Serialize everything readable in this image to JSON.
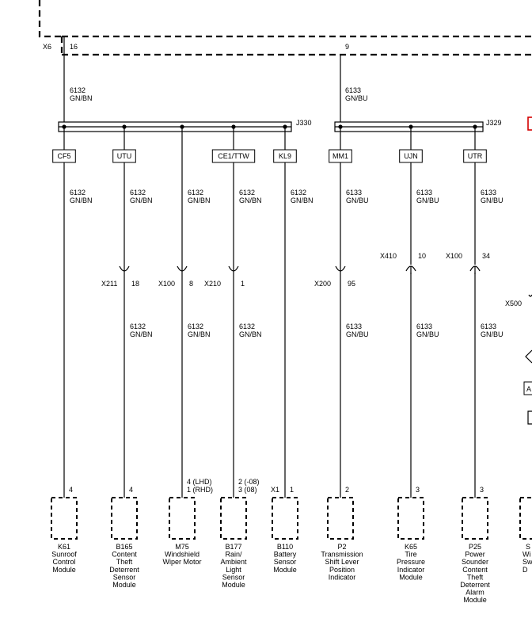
{
  "top_connector": {
    "name": "X6",
    "pin_left": "16",
    "pin_right": "9"
  },
  "splice_left": {
    "name": "J330",
    "wire": "6132",
    "color": "GN/BN"
  },
  "splice_right": {
    "name": "J329",
    "wire": "6133",
    "color": "GN/BU"
  },
  "branches": [
    {
      "label": "CF5",
      "wire": "6132",
      "color": "GN/BN",
      "inline": null,
      "pin_text": [
        "4"
      ],
      "side_text": "",
      "component": [
        "K61",
        "Sunroof",
        "Control",
        "Module"
      ]
    },
    {
      "label": "UTU",
      "wire": "6132",
      "color": "GN/BN",
      "inline": {
        "name": "X211",
        "pin": "18",
        "type": "cup"
      },
      "pin_text": [
        "4"
      ],
      "side_text": "",
      "component": [
        "B165",
        "Content",
        "Theft",
        "Deterrent",
        "Sensor",
        "Module"
      ]
    },
    {
      "label": "",
      "wire": "6132",
      "color": "GN/BN",
      "inline": {
        "name": "X100",
        "pin": "8",
        "type": "cup"
      },
      "pin_text": [
        "4 (LHD)",
        "1 (RHD)"
      ],
      "side_text": "",
      "component": [
        "M75",
        "Windshield",
        "Wiper Motor"
      ]
    },
    {
      "label": "CE1/TTW",
      "wire": "6132",
      "color": "GN/BN",
      "inline": {
        "name": "X210",
        "pin": "1",
        "type": "cup"
      },
      "pin_text": [
        "2 (-08)",
        "3 (08)"
      ],
      "side_text": "",
      "component": [
        "B177",
        "Rain/",
        "Ambient",
        "Light",
        "Sensor",
        "Module"
      ]
    },
    {
      "label": "KL9",
      "wire": "6132",
      "color": "GN/BN",
      "inline": null,
      "pin_text": [
        "1"
      ],
      "side_text": "X1",
      "component": [
        "B110",
        "Battery",
        "Sensor",
        "Module"
      ]
    },
    {
      "label": "MM1",
      "wire": "6133",
      "color": "GN/BU",
      "inline": {
        "name": "X200",
        "pin": "95",
        "type": "cup"
      },
      "pin_text": [
        "2"
      ],
      "side_text": "",
      "component": [
        "P2",
        "Transmission",
        "Shift Lever",
        "Position",
        "Indicator"
      ]
    },
    {
      "label": "UJN",
      "wire": "6133",
      "color": "GN/BU",
      "inline": {
        "name": "X410",
        "pin": "10",
        "type": "cap"
      },
      "pin_text": [
        "3"
      ],
      "side_text": "",
      "component": [
        "K65",
        "Tire",
        "Pressure",
        "Indicator",
        "Module"
      ]
    },
    {
      "label": "UTR",
      "wire": "6133",
      "color": "GN/BU",
      "inline": {
        "name": "X100",
        "pin": "34",
        "type": "cap"
      },
      "pin_text": [
        "3"
      ],
      "side_text": "",
      "component": [
        "P25",
        "Power",
        "Sounder",
        "Content",
        "Theft",
        "Deterrent",
        "Alarm",
        "Module"
      ]
    }
  ],
  "edge": {
    "connector": "X500",
    "label_fragment": "A",
    "component_fragment": [
      "S",
      "Wi",
      "Sw",
      "D"
    ]
  }
}
